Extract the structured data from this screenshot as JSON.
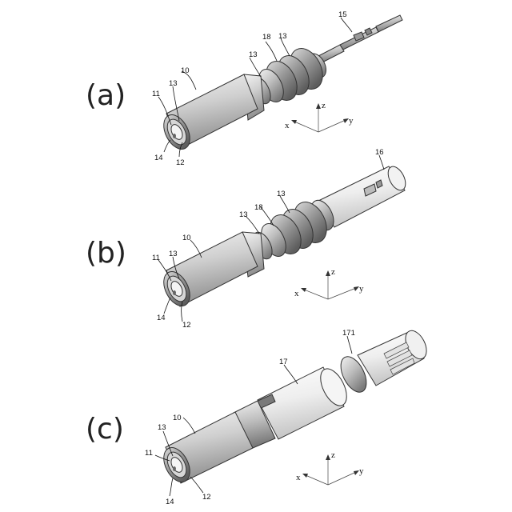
{
  "figure": {
    "panels": [
      {
        "label": "(a)",
        "refs": {
          "r10": "10",
          "r11": "11",
          "r12": "12",
          "r13a": "13",
          "r13b": "13",
          "r13c": "13",
          "r14": "14",
          "r15": "15",
          "r18": "18"
        },
        "axes": {
          "x": "x",
          "y": "y",
          "z": "z"
        }
      },
      {
        "label": "(b)",
        "refs": {
          "r10": "10",
          "r11": "11",
          "r12": "12",
          "r13a": "13",
          "r13b": "13",
          "r13c": "13",
          "r14": "14",
          "r16": "16",
          "r18": "18"
        },
        "axes": {
          "x": "x",
          "y": "y",
          "z": "z"
        }
      },
      {
        "label": "(c)",
        "refs": {
          "r10": "10",
          "r11": "11",
          "r12": "12",
          "r13": "13",
          "r14": "14",
          "r17": "17",
          "r171": "171"
        },
        "axes": {
          "x": "x",
          "y": "y",
          "z": "z"
        }
      }
    ]
  }
}
